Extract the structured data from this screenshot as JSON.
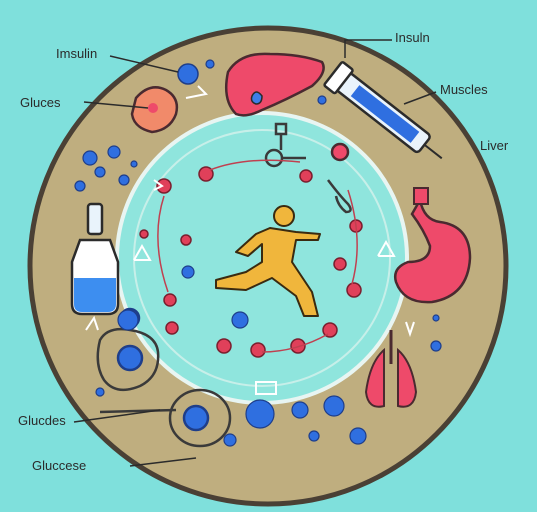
{
  "labels": {
    "insulin_left": "Imsulin",
    "insulin_right": "Insuln",
    "gluces_top": "Gluces",
    "muscles": "Muscles",
    "liver": "Liver",
    "glucdes": "Glucdes",
    "glucese": "Gluccese"
  },
  "colors": {
    "background": "#7fe0dc",
    "ring": "#bfae7f",
    "ring_outline": "#4a4035",
    "inner": "#8fe5dd",
    "dot_blue": "#2f6fe0",
    "dot_red": "#e0405a",
    "organ_red": "#ee4a6a",
    "runner": "#f0b63c"
  },
  "icons": [
    "liver-icon",
    "pancreas-icon",
    "syringe-icon",
    "stomach-icon",
    "lungs-icon",
    "insulin-vial-icon",
    "runner-icon",
    "wrench-icon",
    "glucose-molecule-icon"
  ]
}
